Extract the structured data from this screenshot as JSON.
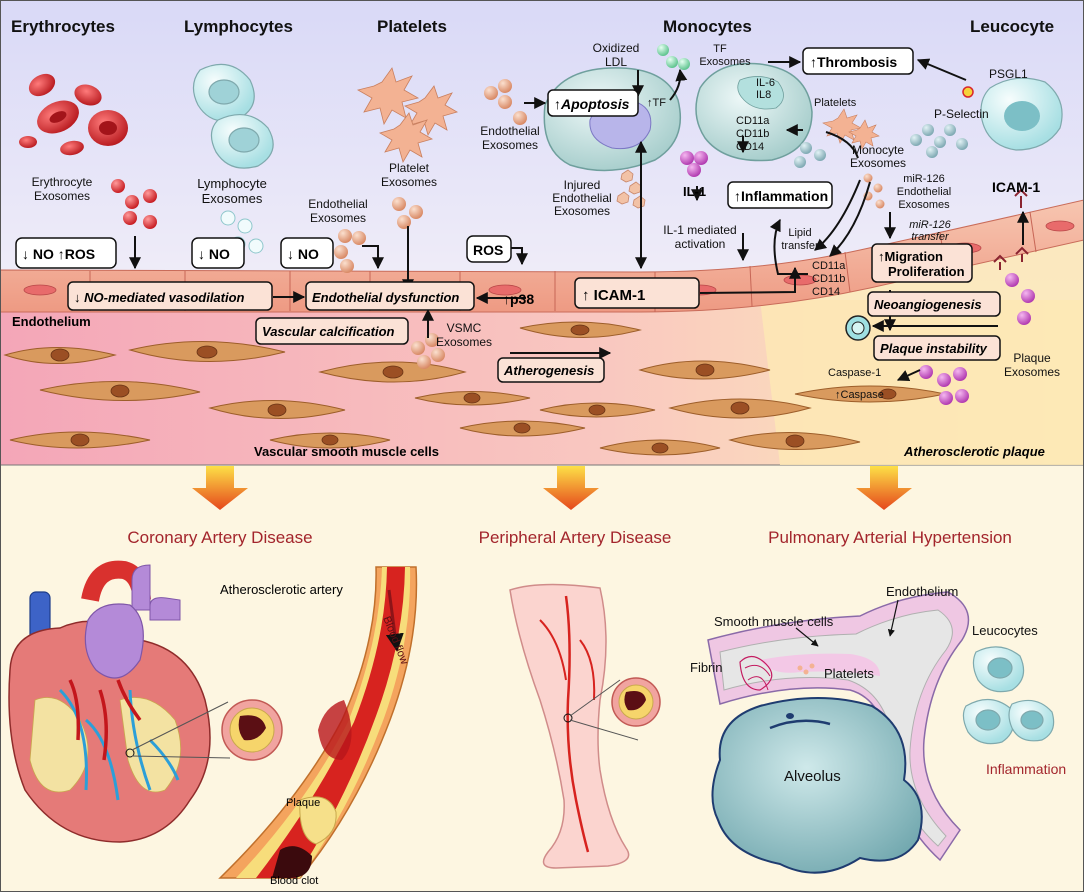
{
  "colors": {
    "top_bg": "#e3e3fb",
    "endothelium": "#f4b39a",
    "vsmc_zone": "#f8c0c0",
    "plaque_zone": "#fde7b0",
    "bottom_bg": "#fdf5dc",
    "disease_title": "#a3252c",
    "arrow": "#111111",
    "erythrocyte": "#d8262b",
    "lymphocyte": "#d4eef0",
    "platelet": "#f1b89a",
    "monocyte": "#cfe6e4",
    "smooth_muscle": "#d9965a",
    "il1": "#a25cc1",
    "plaque_exo": "#c04fc0"
  },
  "headers": {
    "erythrocytes": "Erythrocytes",
    "lymphocytes": "Lymphocytes",
    "platelets": "Platelets",
    "monocytes": "Monocytes",
    "leucocyte": "Leucocyte"
  },
  "labels": {
    "erythrocyte_exosomes": [
      "Erythrocyte",
      "Exosomes"
    ],
    "lymphocyte_exosomes": [
      "Lymphocyte",
      "Exosomes"
    ],
    "platelet_exosomes": [
      "Platelet",
      "Exosomes"
    ],
    "endothelial_exosomes_1": [
      "Endothelial",
      "Exosomes"
    ],
    "endothelial_exosomes_2": [
      "Endothelial",
      "Exosomes"
    ],
    "oxidized_ldl": [
      "Oxidized",
      "LDL"
    ],
    "injured_endothelial_exosomes": [
      "Injured",
      "Endothelial",
      "Exosomes"
    ],
    "tf_exosomes": [
      "TF",
      "Exosomes"
    ],
    "tf": "TF",
    "il6_il8": [
      "IL-6",
      "IL8"
    ],
    "cd_markers_1": [
      "CD11a",
      "CD11b",
      "CD14"
    ],
    "cd_markers_2": [
      "CD11a",
      "CD11b",
      "CD14"
    ],
    "platelets_small": "Platelets",
    "monocyte_exosomes": [
      "Monocyte",
      "Exosomes"
    ],
    "psgl1": "PSGL1",
    "p_selectin": "P-Selectin",
    "il1": "IL-1",
    "il1_activation": [
      "IL-1 mediated",
      "activation"
    ],
    "lipid_transfer": [
      "Lipid",
      "transfer"
    ],
    "mir126_exosomes": [
      "miR-126",
      "Endothelial",
      "Exosomes"
    ],
    "mir126_transfer": [
      "miR-126",
      "transfer"
    ],
    "icam1_right": "ICAM-1",
    "endothelium": "Endothelium",
    "vsmc_exosomes": [
      "VSMC",
      "Exosomes"
    ],
    "caspase1": "Caspase-1",
    "caspase": "Caspase",
    "plaque_exosomes": [
      "Plaque",
      "Exosomes"
    ],
    "vsmc": "Vascular smooth muscle cells",
    "atherosclerotic_plaque": "Atherosclerotic plaque"
  },
  "boxes": {
    "no_ros": {
      "no": "NO",
      "ros": "ROS"
    },
    "no_lymph": "NO",
    "no_plat": "NO",
    "ros": "ROS",
    "p38": "p38",
    "apoptosis": "Apoptosis",
    "thrombosis": "Thrombosis",
    "inflammation": "Inflammation",
    "no_vasodilation": "NO-mediated vasodilation",
    "endothelial_dysfunction": "Endothelial dysfunction",
    "vascular_calcification": "Vascular calcification",
    "icam1": "ICAM-1",
    "atherogenesis": "Atherogenesis",
    "migration_proliferation": [
      "Migration",
      "Proliferation"
    ],
    "neoangiogenesis": "Neoangiogenesis",
    "plaque_instability": "Plaque instability"
  },
  "diseases": {
    "cad": "Coronary Artery Disease",
    "pad": "Peripheral Artery Disease",
    "pah": "Pulmonary Arterial Hypertension"
  },
  "bottom": {
    "atherosclerotic_artery": "Atherosclerotic artery",
    "blood_flow": "Blood flow",
    "plaque": "Plaque",
    "blood_clot": "Blood clot",
    "endothelium": "Endothelium",
    "smooth_muscle_cells": "Smooth muscle cells",
    "fibrin": "Fibrin",
    "platelets": "Platelets",
    "leucocytes": "Leucocytes",
    "alveolus": "Alveolus",
    "inflammation": "Inflammation"
  }
}
